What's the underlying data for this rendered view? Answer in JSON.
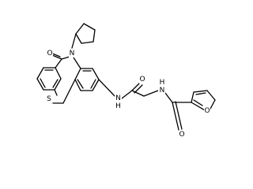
{
  "molecule": {
    "atoms": {
      "o_ketone": "O",
      "n_ring": "N",
      "s_ring": "S",
      "nh_amide1": "N",
      "h_amide1": "H",
      "o_amide1": "O",
      "nh_amide2": "N",
      "h_amide2": "H",
      "o_amide2": "O",
      "o_furan": "O"
    }
  }
}
